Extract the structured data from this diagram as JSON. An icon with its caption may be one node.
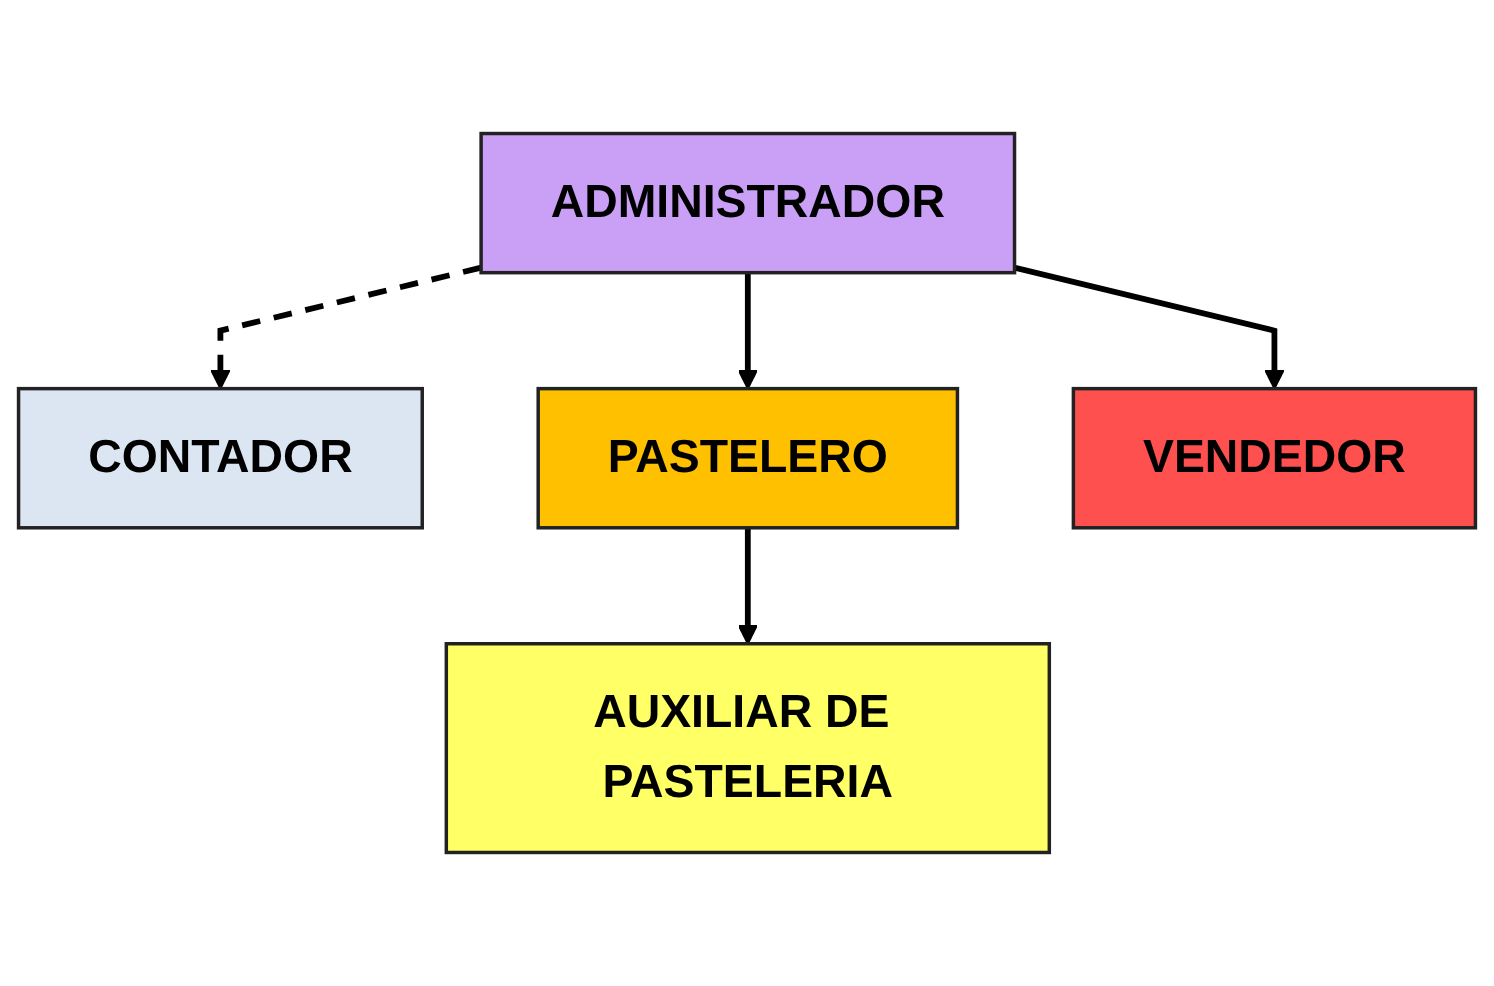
{
  "diagram": {
    "nodes": [
      {
        "text": [
          "ADMINISTRADOR"
        ]
      },
      {
        "text": [
          "CONTADOR"
        ]
      },
      {
        "text": [
          "PASTELERO"
        ]
      },
      {
        "text": [
          "VENDEDOR"
        ]
      },
      {
        "text": [
          "AUXILIAR DE PASTELERIA"
        ]
      }
    ],
    "edges": [
      {
        "from": 0,
        "to": 1,
        "arrow": "to",
        "style": "dashed"
      },
      {
        "from": 0,
        "to": 2,
        "arrow": "to"
      },
      {
        "from": 0,
        "to": 3,
        "arrow": "to"
      },
      {
        "from": 2,
        "to": 4,
        "arrow": "to"
      }
    ]
  }
}
